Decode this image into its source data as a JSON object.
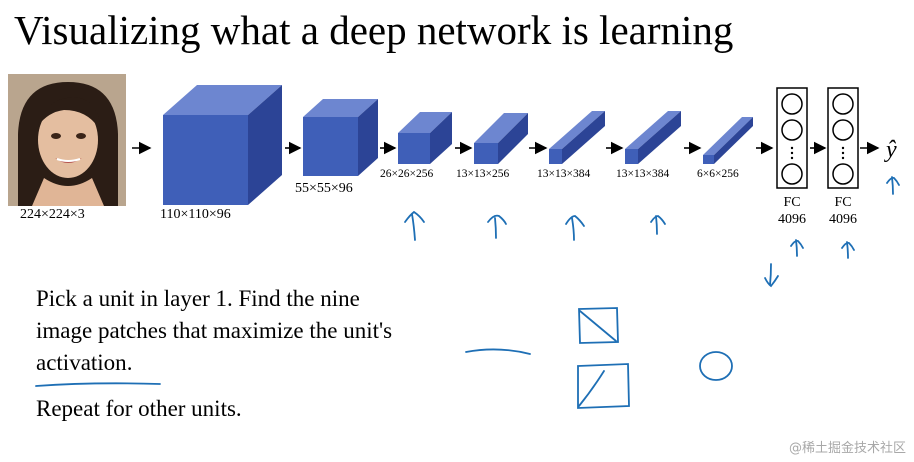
{
  "title": "Visualizing what a deep network is learning",
  "layers": {
    "input": "224×224×3",
    "conv1": "110×110×96",
    "conv2": "55×55×96",
    "conv3": "26×26×256",
    "conv4": "13×13×256",
    "conv5": "13×13×384",
    "conv6": "13×13×384",
    "conv7": "6×6×256",
    "fc1_name": "FC",
    "fc1_size": "4096",
    "fc2_name": "FC",
    "fc2_size": "4096",
    "output": "ŷ"
  },
  "text": {
    "line1": "Pick a unit in layer 1. Find the nine",
    "line2_a": "image patches that maximize the ",
    "line2_b": "unit's",
    "line3_a": "activation",
    "line3_b": ".",
    "line4": "Repeat for other units."
  },
  "watermark": "@稀土掘金技术社区",
  "colors": {
    "cube_front": "#3f5fb8",
    "cube_top": "#6d86d0",
    "cube_side": "#2c4496",
    "ink": "#1e6fb5"
  }
}
